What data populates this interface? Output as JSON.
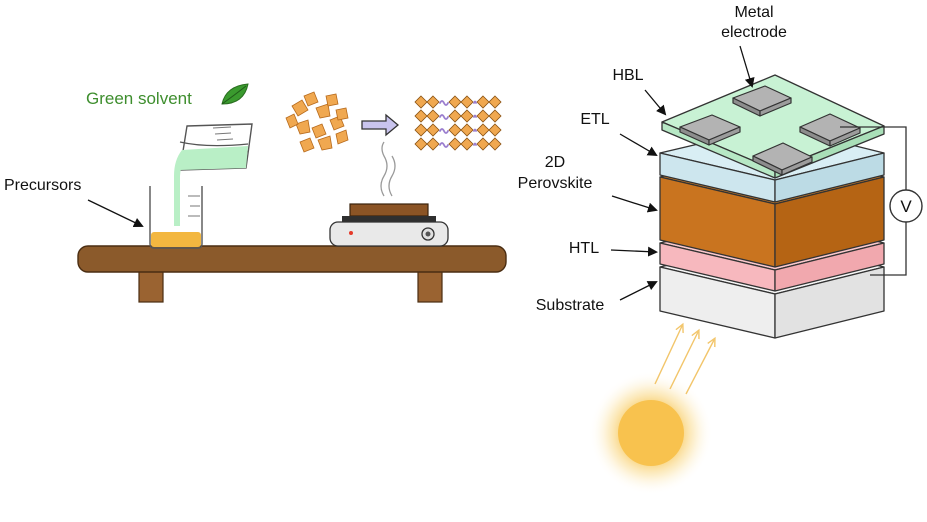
{
  "labels": {
    "green_solvent": "Green solvent",
    "precursors": "Precursors",
    "metal_electrode_line1": "Metal",
    "metal_electrode_line2": "electrode",
    "hbl": "HBL",
    "etl": "ETL",
    "perovskite_line1": "2D",
    "perovskite_line2": "Perovskite",
    "htl": "HTL",
    "substrate": "Substrate",
    "voltmeter": "V"
  },
  "icons": {
    "leaf": "leaf-icon",
    "arrow": "right-arrow-icon",
    "sun": "sun-icon"
  },
  "colors": {
    "table_wood": "#8b5a2b",
    "solvent_green": "#b9efc6",
    "precursor_yellow": "#f3b740",
    "crystal_orange": "#f0a850",
    "perovskite_brown": "#c9741f",
    "etl_blue": "#cde6ee",
    "hbl_green": "#c8f2d4",
    "htl_pink": "#f7b8be",
    "substrate_gray": "#eeeeee",
    "electrode_gray": "#b3b3b3",
    "sun_yellow": "#f8c85a"
  }
}
